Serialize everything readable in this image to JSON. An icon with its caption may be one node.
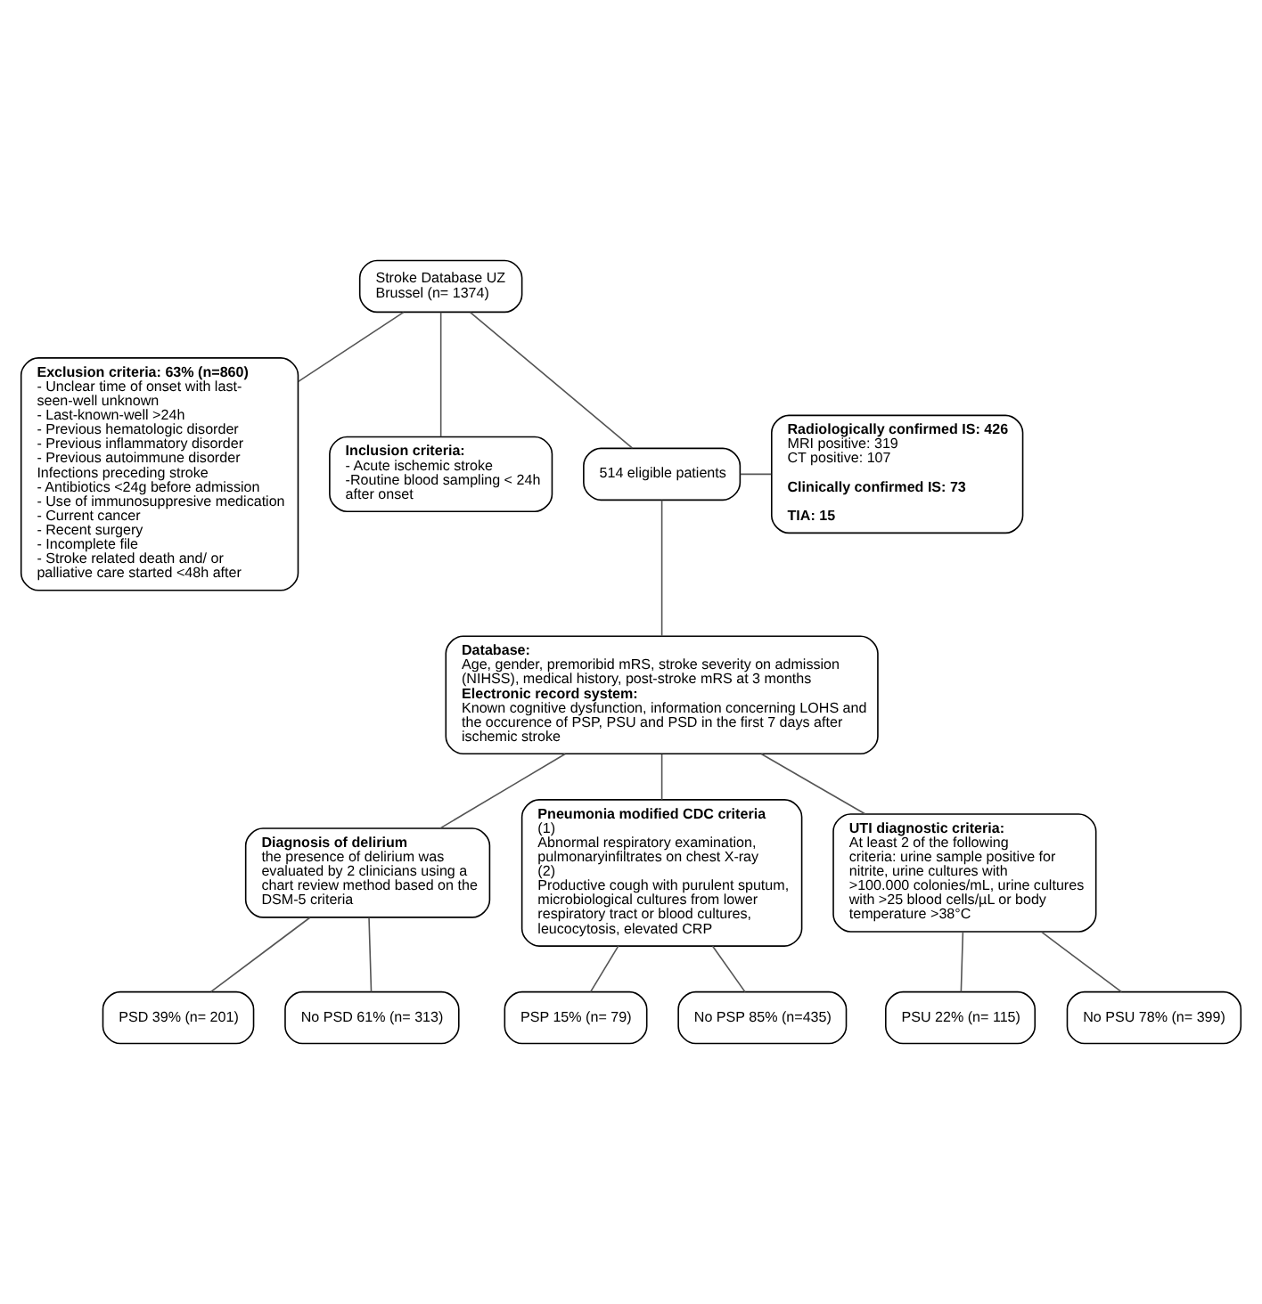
{
  "diagram": {
    "nodes": [
      {
        "text": [
          "Stroke Database UZ Brussel (n= 1374)"
        ]
      },
      {
        "text": [
          "Exclusion criteria: 63% (n=860)",
          "- Unclear time of onset with last-seen-well unknown",
          "- Last-known-well >24h",
          "- Previous hematologic disorder",
          "- Previous inflammatory disorder",
          "- Previous autoimmune disorder",
          "Infections preceding stroke",
          "- Antibiotics <24g before admission",
          "- Use of immunosuppresive medication",
          "- Current cancer",
          "- Recent surgery",
          "- Incomplete file",
          "- Stroke related death and/ or palliative care started <48h after"
        ]
      },
      {
        "text": [
          "Inclusion criteria:",
          "- Acute ischemic stroke",
          "-Routine blood sampling < 24h after onset"
        ]
      },
      {
        "text": [
          "514 eligible patients"
        ]
      },
      {
        "text": [
          "Radiologically confirmed IS: 426",
          "MRI positive: 319",
          "CT positive: 107",
          "Clinically confirmed IS: 73",
          "TIA: 15"
        ]
      },
      {
        "text": [
          "Database:",
          "Age, gender, premoribid mRS, stroke severity on admission (NIHSS), medical history, post-stroke mRS at 3 months",
          "Electronic record system:",
          "Known cognitive dysfunction, information concerning LOHS and the occurence of PSP, PSU and PSD in the first 7 days after ischemic stroke"
        ]
      },
      {
        "text": [
          "Diagnosis of delirium",
          "the presence of delirium was evaluated by 2 clinicians using a chart review method based on the DSM-5 criteria"
        ]
      },
      {
        "text": [
          "Pneumonia modified CDC criteria",
          "(1)",
          "Abnormal respiratory examination, pulmonaryinfiltrates on chest X-ray",
          "(2)",
          "Productive cough with purulent sputum, microbiological cultures from lower respiratory tract or blood cultures, leucocytosis, elevated CRP"
        ]
      },
      {
        "text": [
          "UTI diagnostic criteria:",
          "At least 2 of the following criteria: urine sample positive for nitrite, urine cultures with >100.000 colonies/mL, urine cultures with >25 blood cells/µL or body temperature >38°C"
        ]
      },
      {
        "text": [
          "PSD 39% (n= 201)"
        ]
      },
      {
        "text": [
          "No PSD 61% (n= 313)"
        ]
      },
      {
        "text": [
          "PSP 15% (n= 79)"
        ]
      },
      {
        "text": [
          "No PSP 85% (n=435)"
        ]
      },
      {
        "text": [
          "PSU 22% (n= 115)"
        ]
      },
      {
        "text": [
          "No PSU 78% (n= 399)"
        ]
      }
    ],
    "edges": [
      {
        "from": 0,
        "to": 1,
        "arrow": "none"
      },
      {
        "from": 0,
        "to": 2,
        "arrow": "none"
      },
      {
        "from": 0,
        "to": 3,
        "arrow": "none"
      },
      {
        "from": 3,
        "to": 4,
        "arrow": "none"
      },
      {
        "from": 3,
        "to": 5,
        "arrow": "none"
      },
      {
        "from": 5,
        "to": 6,
        "arrow": "none"
      },
      {
        "from": 5,
        "to": 7,
        "arrow": "none"
      },
      {
        "from": 5,
        "to": 8,
        "arrow": "none"
      },
      {
        "from": 6,
        "to": 9,
        "arrow": "none"
      },
      {
        "from": 6,
        "to": 10,
        "arrow": "none"
      },
      {
        "from": 7,
        "to": 11,
        "arrow": "none"
      },
      {
        "from": 7,
        "to": 12,
        "arrow": "none"
      },
      {
        "from": 8,
        "to": 13,
        "arrow": "none"
      },
      {
        "from": 8,
        "to": 14,
        "arrow": "none"
      }
    ]
  }
}
